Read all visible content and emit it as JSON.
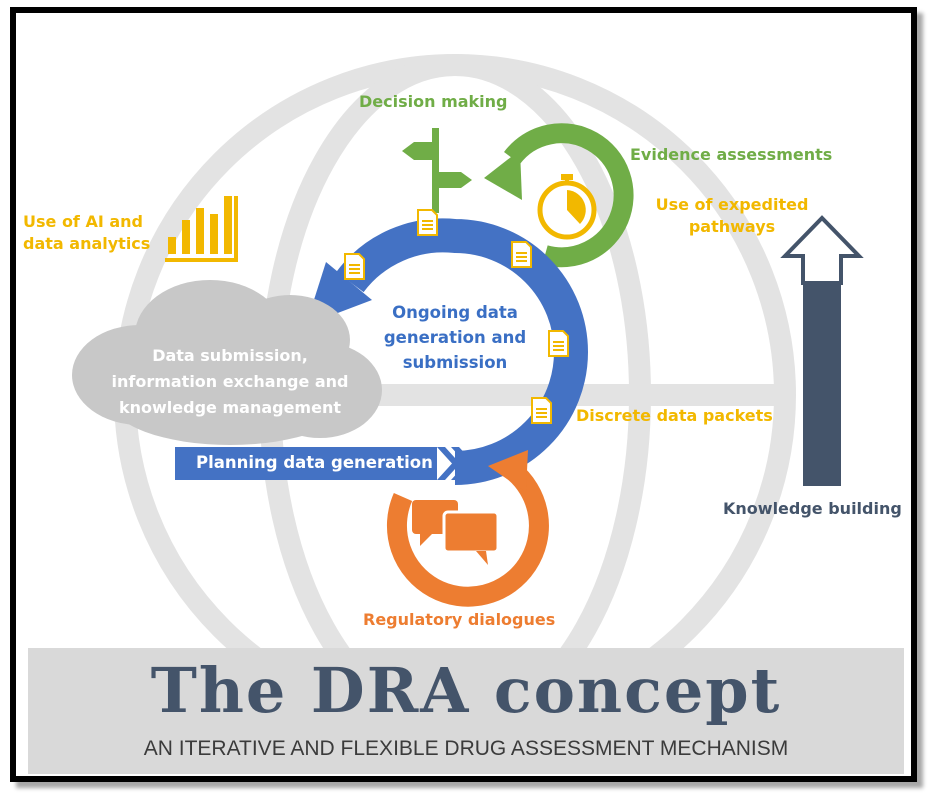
{
  "labels": {
    "decision_making": "Decision making",
    "evidence_assessments": "Evidence assessments",
    "expedited_line1": "Use of expedited",
    "expedited_line2": "pathways",
    "ai_line1": "Use of AI and",
    "ai_line2": "data analytics",
    "ongoing_line1": "Ongoing data",
    "ongoing_line2": "generation and",
    "ongoing_line3": "submission",
    "cloud_line1": "Data submission,",
    "cloud_line2": "information exchange and",
    "cloud_line3": "knowledge management",
    "discrete_packets": "Discrete data packets",
    "planning": "Planning data generation",
    "knowledge_building": "Knowledge building",
    "regulatory_dialogues": "Regulatory dialogues"
  },
  "title": "The DRA concept",
  "subtitle": "AN ITERATIVE AND FLEXIBLE DRUG ASSESSMENT MECHANISM",
  "colors": {
    "green": "#70ad47",
    "yellow": "#f2b800",
    "blue": "#4472c4",
    "orange": "#ed7d31",
    "navy": "#44546a",
    "cloud_gray": "#c8c8c8",
    "globe_gray": "#e6e6e6"
  },
  "icons": [
    "globe-background-icon",
    "signpost-icon",
    "stopwatch-icon",
    "bar-chart-icon",
    "document-icon",
    "speech-bubbles-icon",
    "cloud-icon",
    "up-arrow-icon"
  ]
}
